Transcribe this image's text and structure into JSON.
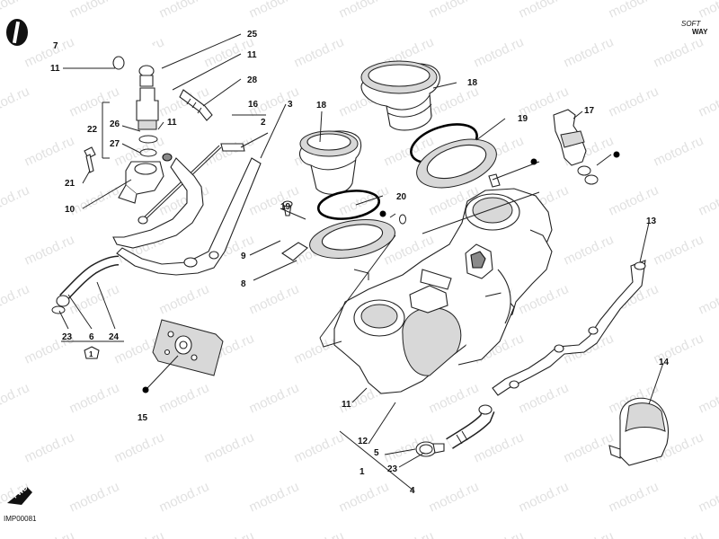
{
  "brand": {
    "line1": "SOFT",
    "line2": "WAY"
  },
  "watermark": "motod.ru",
  "image_code": "IMP00081",
  "fwd_label": "FWD",
  "callouts": {
    "c7": "7",
    "c11a": "11",
    "c25": "25",
    "c11b": "11",
    "c28": "28",
    "c16": "16",
    "c2": "2",
    "c3": "3",
    "c22": "22",
    "c26": "26",
    "c11c": "11",
    "c27": "27",
    "c21": "21",
    "c10": "10",
    "c18a": "18",
    "c18b": "18",
    "c19a": "19",
    "c19b": "19",
    "c20": "20",
    "c17": "17",
    "c9": "9",
    "c8": "8",
    "c13": "13",
    "c23a": "23",
    "c6": "6",
    "c24": "24",
    "c1a": "1",
    "c15": "15",
    "c14": "14",
    "c11d": "11",
    "c12": "12",
    "c5": "5",
    "c1b": "1",
    "c23b": "23",
    "c4": "4"
  }
}
